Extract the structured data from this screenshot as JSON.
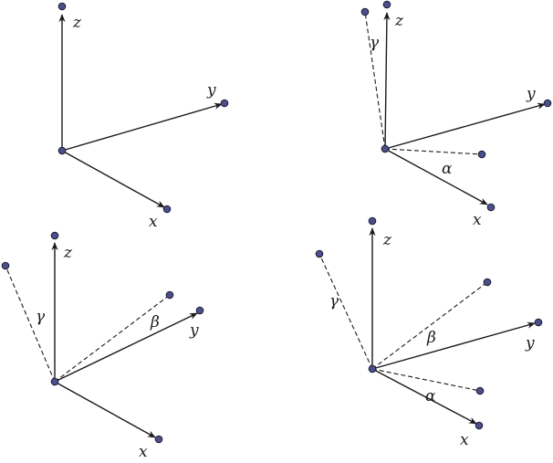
{
  "colors": {
    "line": "#1a1a1a",
    "dot": "#4b4f8c"
  },
  "panels": [
    {
      "name": "panel-1",
      "labels": {
        "z": "z",
        "y": "y",
        "x": "x"
      }
    },
    {
      "name": "panel-2",
      "labels": {
        "z": "z",
        "y": "y",
        "x": "x",
        "gamma": "γ",
        "alpha": "α"
      }
    },
    {
      "name": "panel-3",
      "labels": {
        "z": "z",
        "y": "y",
        "x": "x",
        "gamma": "γ",
        "beta": "β"
      }
    },
    {
      "name": "panel-4",
      "labels": {
        "z": "z",
        "y": "y",
        "x": "x",
        "gamma": "γ",
        "beta": "β",
        "alpha": "α"
      }
    }
  ]
}
